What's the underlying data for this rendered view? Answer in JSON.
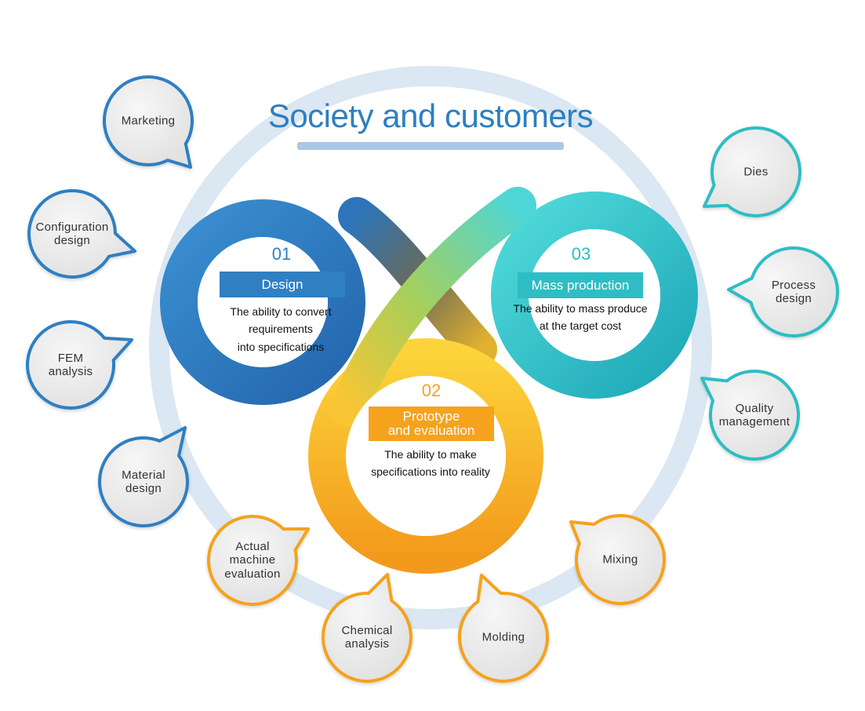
{
  "title": "Society and customers",
  "stages": [
    {
      "number": "01",
      "label": "Design",
      "description": "The ability to convert\nrequirements\ninto specifications",
      "color": "#2f7fc3"
    },
    {
      "number": "02",
      "label": "Prototype\nand evaluation",
      "description": "The ability to make\nspecifications into reality",
      "color": "#f5a21d"
    },
    {
      "number": "03",
      "label": "Mass production",
      "description": "The ability to mass produce\nat the target cost",
      "color": "#2ebdc4"
    }
  ],
  "bubbles": [
    {
      "label": "Marketing",
      "group": "design"
    },
    {
      "label": "Configuration\ndesign",
      "group": "design"
    },
    {
      "label": "FEM\nanalysis",
      "group": "design"
    },
    {
      "label": "Material\ndesign",
      "group": "design"
    },
    {
      "label": "Actual\nmachine\nevaluation",
      "group": "prototype"
    },
    {
      "label": "Chemical\nanalysis",
      "group": "prototype"
    },
    {
      "label": "Molding",
      "group": "prototype"
    },
    {
      "label": "Mixing",
      "group": "prototype"
    },
    {
      "label": "Dies",
      "group": "mass"
    },
    {
      "label": "Process\ndesign",
      "group": "mass"
    },
    {
      "label": "Quality\nmanagement",
      "group": "mass"
    }
  ],
  "colors": {
    "design": "#2f7fc3",
    "prototype": "#f5a21d",
    "mass": "#2ebdc4",
    "ring": "#dbe7f2",
    "title": "#2d7fc0"
  }
}
